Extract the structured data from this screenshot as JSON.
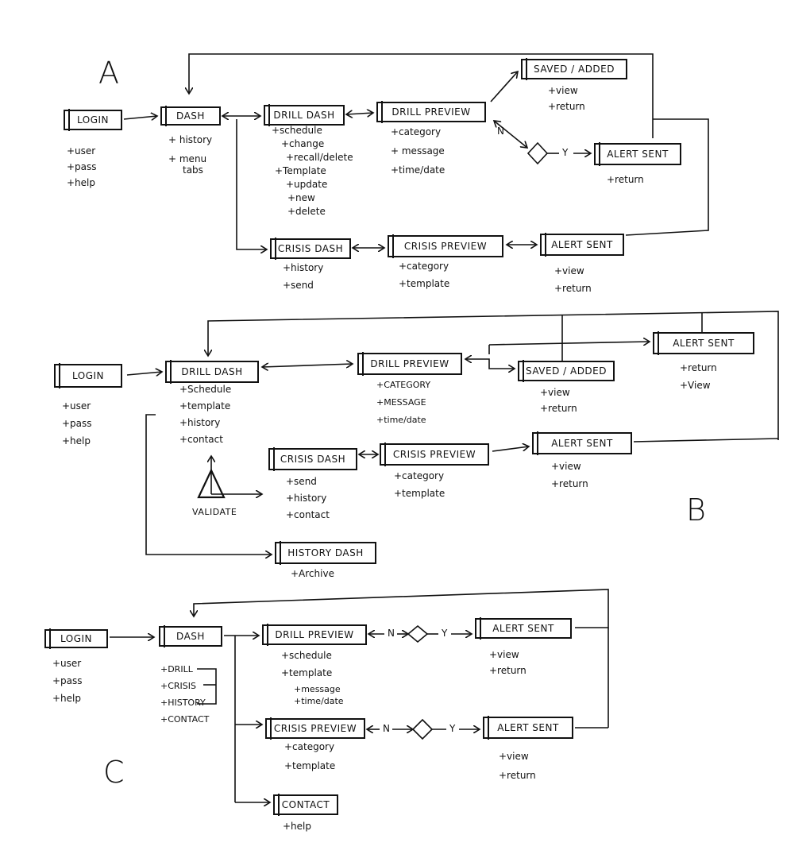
{
  "sections": {
    "A": {
      "label": "A",
      "boxes": {
        "login": "LOGIN",
        "dash": "DASH",
        "drill_dash": "DRILL DASH",
        "drill_preview": "DRILL PREVIEW",
        "saved_added": "SAVED / ADDED",
        "alert_sent_top": "ALERT SENT",
        "crisis_dash": "CRISIS DASH",
        "crisis_preview": "CRISIS PREVIEW",
        "alert_sent_bottom": "ALERT SENT"
      },
      "notes": {
        "login": [
          "+user",
          "+pass",
          "+help"
        ],
        "dash": [
          "+ history",
          "+ menu",
          "tabs"
        ],
        "drill_dash": [
          "+schedule",
          "+change",
          "+recall/delete",
          "+Template",
          "+update",
          "+new",
          "+delete"
        ],
        "drill_preview": [
          "+category",
          "+ message",
          "+time/date"
        ],
        "saved_added": [
          "+view",
          "+return"
        ],
        "alert_sent_top": [
          "+return"
        ],
        "crisis_dash": [
          "+history",
          "+send"
        ],
        "crisis_preview": [
          "+category",
          "+template"
        ],
        "alert_sent_bottom": [
          "+view",
          "+return"
        ]
      },
      "edge_labels": {
        "n": "N",
        "y": "Y"
      }
    },
    "B": {
      "label": "B",
      "boxes": {
        "login": "LOGIN",
        "drill_dash": "DRILL DASH",
        "drill_preview": "DRILL PREVIEW",
        "saved_added": "SAVED / ADDED",
        "alert_sent_top": "ALERT SENT",
        "crisis_dash": "CRISIS DASH",
        "crisis_preview": "CRISIS PREVIEW",
        "alert_sent_mid": "ALERT SENT",
        "history_dash": "HISTORY DASH"
      },
      "notes": {
        "login": [
          "+user",
          "+pass",
          "+help"
        ],
        "drill_dash": [
          "+Schedule",
          "+template",
          "+history",
          "+contact"
        ],
        "drill_preview": [
          "+CATEGORY",
          "+MESSAGE",
          "+time/date"
        ],
        "saved_added": [
          "+view",
          "+return"
        ],
        "alert_sent_top": [
          "+return",
          "+View"
        ],
        "crisis_dash": [
          "+send",
          "+history",
          "+contact"
        ],
        "crisis_preview": [
          "+category",
          "+template"
        ],
        "alert_sent_mid": [
          "+view",
          "+return"
        ],
        "history_dash": [
          "+Archive"
        ]
      },
      "validate_label": "VALIDATE"
    },
    "C": {
      "label": "C",
      "boxes": {
        "login": "LOGIN",
        "dash": "DASH",
        "drill_preview": "DRILL PREVIEW",
        "alert_sent_top": "ALERT SENT",
        "crisis_preview": "CRISIS PREVIEW",
        "alert_sent_bottom": "ALERT SENT",
        "contact": "CONTACT"
      },
      "notes": {
        "login": [
          "+user",
          "+pass",
          "+help"
        ],
        "dash": [
          "+DRILL",
          "+CRISIS",
          "+HISTORY",
          "+CONTACT"
        ],
        "drill_preview": [
          "+schedule",
          "+template",
          "+message",
          "+time/date"
        ],
        "alert_sent_top": [
          "+view",
          "+return"
        ],
        "crisis_preview": [
          "+category",
          "+template"
        ],
        "alert_sent_bottom": [
          "+view",
          "+return"
        ],
        "contact": [
          "+help"
        ]
      },
      "edge_labels": {
        "n1": "N",
        "y1": "Y",
        "n2": "N",
        "y2": "Y"
      }
    }
  }
}
